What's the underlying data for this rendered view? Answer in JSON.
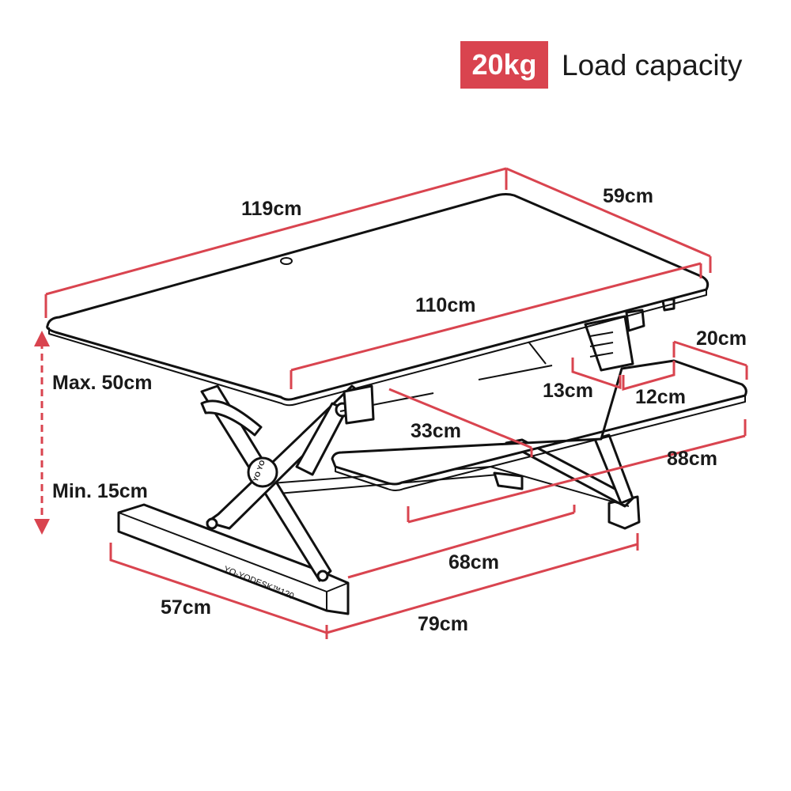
{
  "accent_color": "#d9444f",
  "load": {
    "value": "20kg",
    "label": "Load capacity"
  },
  "product": {
    "brand_text": "YO-YODESK™120",
    "logo_text": "YO YO"
  },
  "dimensions": {
    "desktop_width": "119cm",
    "desktop_depth": "59cm",
    "desktop_front_width": "110cm",
    "max_height": "Max. 50cm",
    "min_height": "Min. 15cm",
    "keyboard_tray_depth_outer": "20cm",
    "tray_gap": "13cm",
    "keyboard_tray_depth": "12cm",
    "tray_cutout_depth": "33cm",
    "keyboard_tray_width": "88cm",
    "base_inner_width": "68cm",
    "base_depth": "57cm",
    "base_width": "79cm"
  }
}
